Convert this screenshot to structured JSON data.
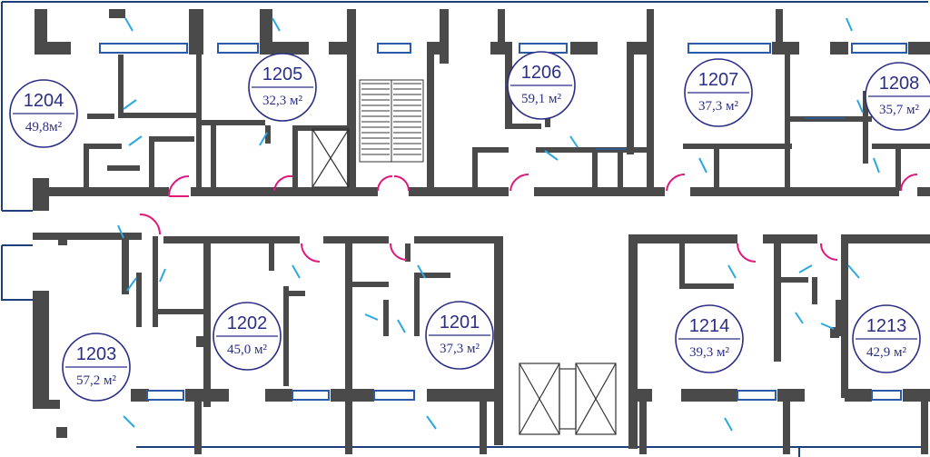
{
  "colors": {
    "wall": "#4a4a4a",
    "outline": "#1f3f7a",
    "window": "#2a5aa8",
    "apartment_door": "#e0197d",
    "interior_door": "#29a9e0",
    "label": "#2b2e86"
  },
  "units": [
    {
      "number": "1204",
      "area": "49,8м²"
    },
    {
      "number": "1205",
      "area": "32,3 м²"
    },
    {
      "number": "1206",
      "area": "59,1 м²"
    },
    {
      "number": "1207",
      "area": "37,3 м²"
    },
    {
      "number": "1208",
      "area": "35,7 м²"
    },
    {
      "number": "1203",
      "area": "57,2 м²"
    },
    {
      "number": "1202",
      "area": "45,0 м²"
    },
    {
      "number": "1201",
      "area": "37,3 м²"
    },
    {
      "number": "1214",
      "area": "39,3 м²"
    },
    {
      "number": "1213",
      "area": "42,9 м²"
    }
  ]
}
